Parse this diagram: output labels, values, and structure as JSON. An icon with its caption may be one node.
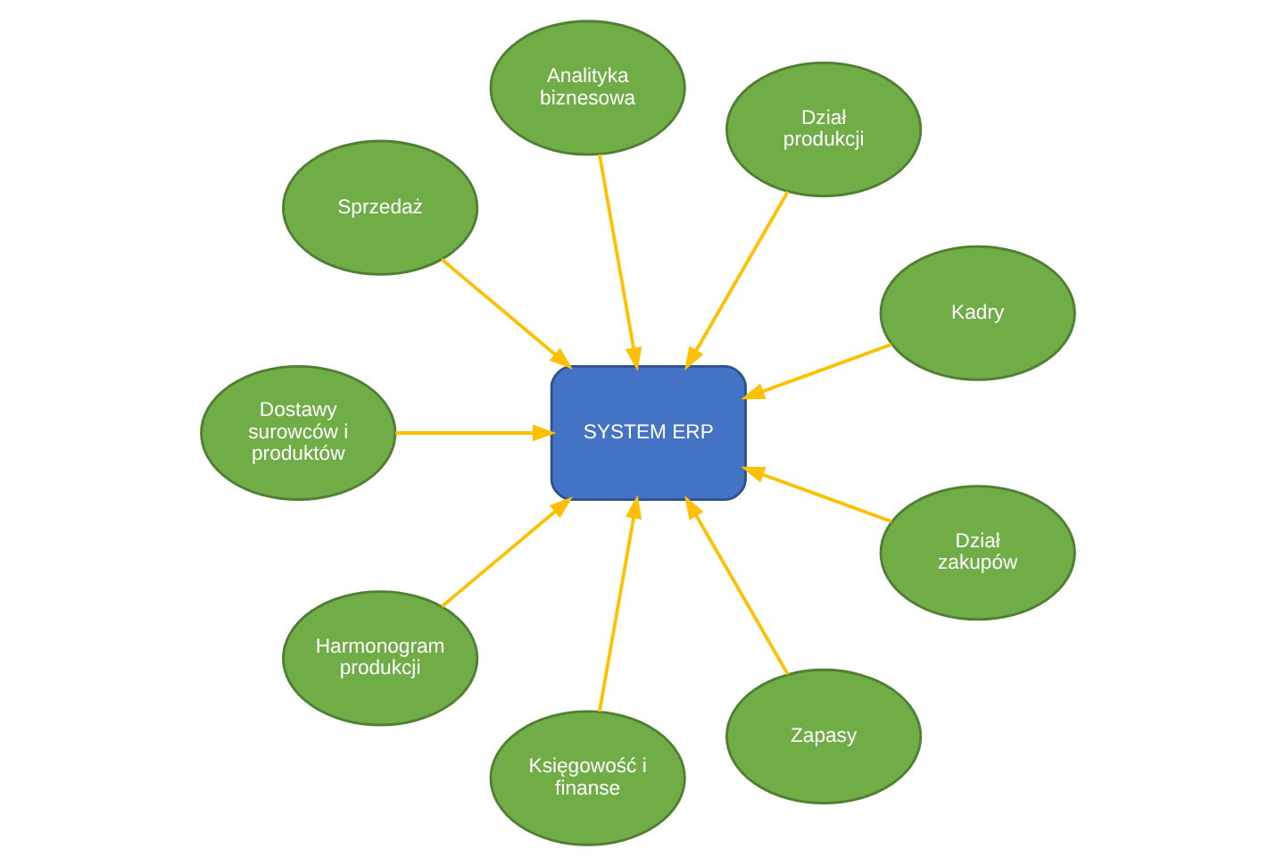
{
  "diagram": {
    "nodes": [
      {
        "text": [
          "Kadry"
        ]
      },
      {
        "text": [
          "Dział produkcji"
        ]
      },
      {
        "text": [
          "Analityka biznesowa"
        ]
      },
      {
        "text": [
          "Sprzedaż"
        ]
      },
      {
        "text": [
          "SYSTEM ERP"
        ]
      },
      {
        "text": [
          "Dostawy surowców i produktów"
        ]
      },
      {
        "text": [
          "Harmonogram produkcji"
        ]
      },
      {
        "text": [
          "Księgowość i finanse"
        ]
      },
      {
        "text": [
          "Zapasy"
        ]
      },
      {
        "text": [
          "Dział zakupów"
        ]
      }
    ],
    "edges": [
      {
        "from": 0,
        "to": 4,
        "arrow": "to"
      },
      {
        "from": 1,
        "to": 4,
        "arrow": "to"
      },
      {
        "from": 2,
        "to": 4,
        "arrow": "to"
      },
      {
        "from": 3,
        "to": 4,
        "arrow": "to"
      },
      {
        "from": 5,
        "to": 4,
        "arrow": "to"
      },
      {
        "from": 6,
        "to": 4,
        "arrow": "to"
      },
      {
        "from": 7,
        "to": 4,
        "arrow": "to"
      },
      {
        "from": 8,
        "to": 4,
        "arrow": "to"
      },
      {
        "from": 9,
        "to": 4,
        "arrow": "to"
      }
    ]
  }
}
